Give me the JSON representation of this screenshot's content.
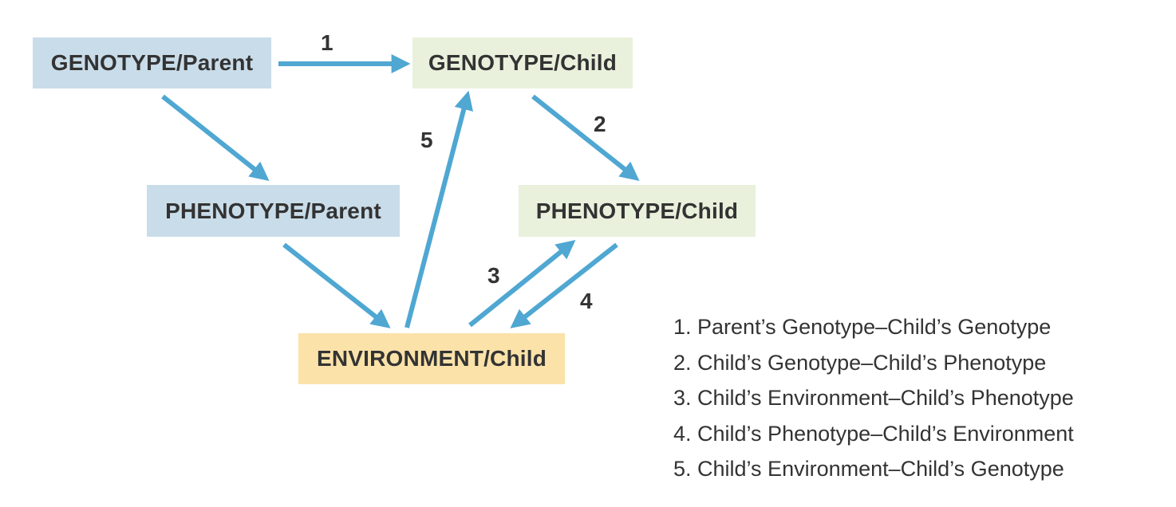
{
  "colors": {
    "parent": "#c9dce9",
    "child": "#e9f1dc",
    "environment": "#fbe2a9",
    "arrow": "#4fa7d2",
    "text": "#333333"
  },
  "nodes": {
    "genotype_parent": "GENOTYPE/Parent",
    "genotype_child": "GENOTYPE/Child",
    "phenotype_parent": "PHENOTYPE/Parent",
    "phenotype_child": "PHENOTYPE/Child",
    "environment_child": "ENVIRONMENT/Child"
  },
  "arrow_labels": {
    "one": "1",
    "two": "2",
    "three": "3",
    "four": "4",
    "five": "5"
  },
  "legend": [
    "1. Parent’s Genotype–Child’s Genotype",
    "2. Child’s Genotype–Child’s Phenotype",
    "3. Child’s Environment–Child’s Phenotype",
    "4. Child’s Phenotype–Child’s Environment",
    "5. Child’s Environment–Child’s Genotype"
  ]
}
